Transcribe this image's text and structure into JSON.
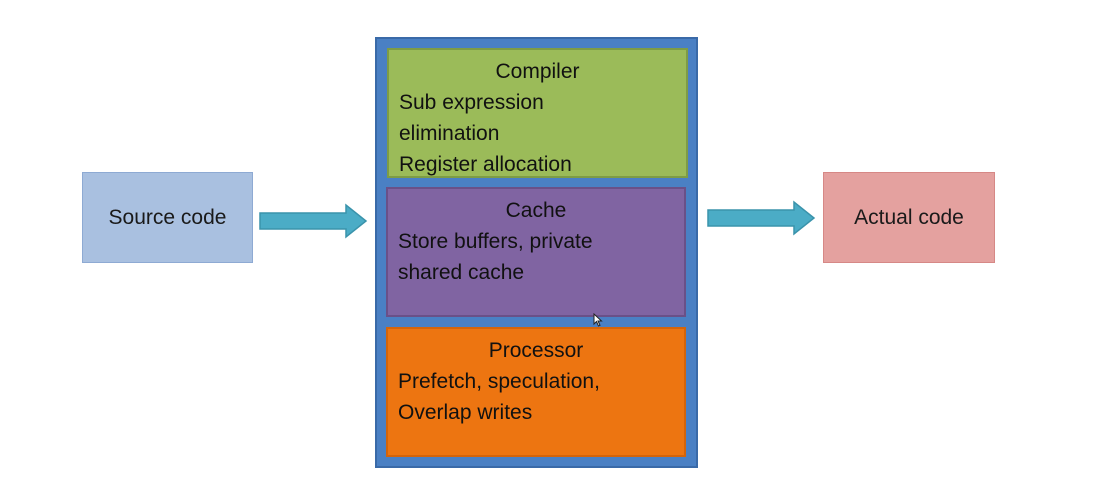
{
  "diagram": {
    "source": {
      "label": "Source code"
    },
    "actual": {
      "label": "Actual code"
    },
    "compiler": {
      "title": "Compiler",
      "lines": [
        "Sub expression",
        "elimination",
        "Register allocation"
      ]
    },
    "cache": {
      "title": "Cache",
      "lines": [
        "Store buffers, private",
        "shared cache"
      ]
    },
    "processor": {
      "title": "Processor",
      "lines": [
        "Prefetch, speculation,",
        "Overlap writes"
      ]
    }
  },
  "colors": {
    "arrow": "#4bacc6",
    "container": "#4a80c4",
    "compiler": "#9bbb59",
    "cache": "#8064a2",
    "processor": "#ed7511",
    "source": "#a9c0e0",
    "actual": "#e4a19f"
  }
}
